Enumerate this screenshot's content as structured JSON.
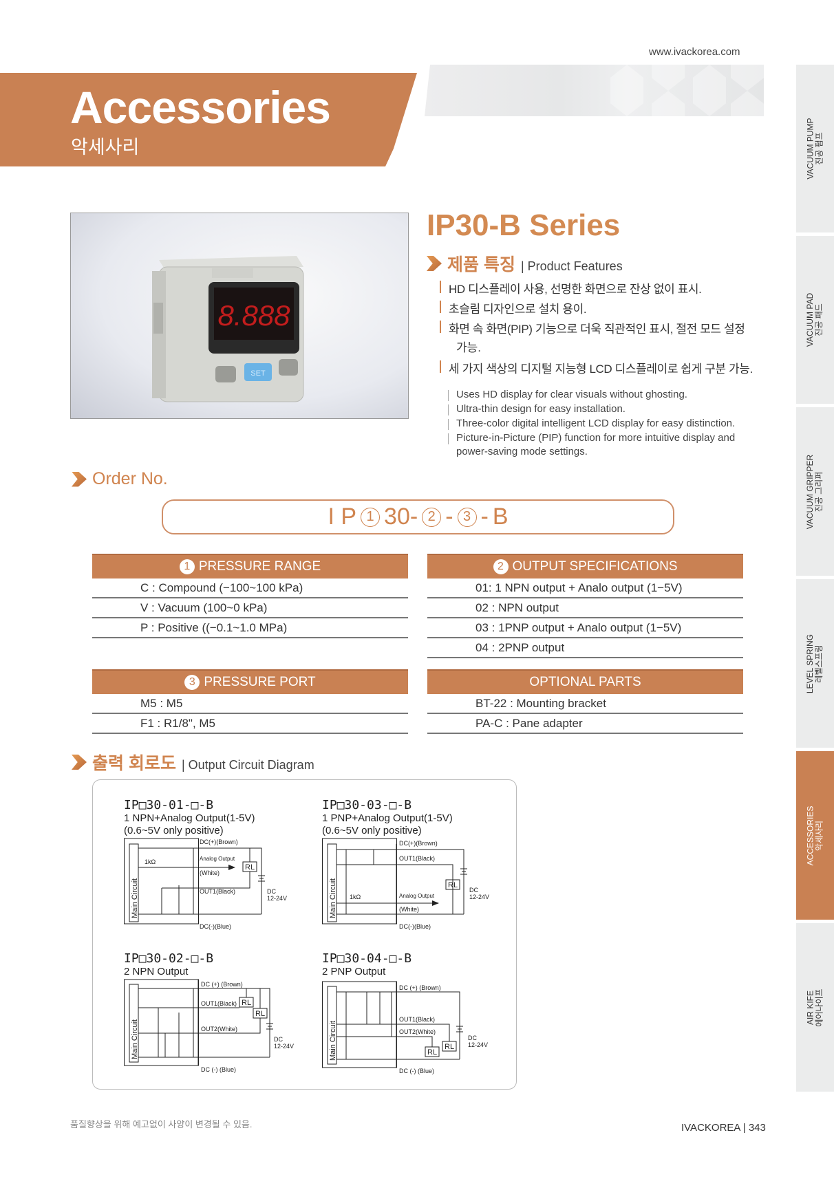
{
  "header": {
    "website": "www.ivackorea.com",
    "title": "Accessories",
    "subtitle": "악세사리"
  },
  "sidebar": [
    {
      "en": "VACUUM PUMP",
      "ko": "진공 펌프",
      "active": false
    },
    {
      "en": "VACUUM PAD",
      "ko": "진공 패드",
      "active": false
    },
    {
      "en": "VACUUM GRIPPER",
      "ko": "진공 그리퍼",
      "active": false
    },
    {
      "en": "LEVEL SPRING",
      "ko": "레벨스프링",
      "active": false
    },
    {
      "en": "ACCESSORIES",
      "ko": "악세사리",
      "active": true
    },
    {
      "en": "AIR KIFE",
      "ko": "에어나이프",
      "active": false
    }
  ],
  "product": {
    "series": "IP30-B Series",
    "display": "8.888",
    "button": "SET",
    "features_ko_title": "제품 특징",
    "features_en_title": "| Product Features",
    "features_ko": [
      "HD 디스플레이 사용, 선명한 화면으로 잔상 없이 표시.",
      "초슬림 디자인으로 설치 용이.",
      "화면 속 화면(PIP) 기능으로 더욱 직관적인 표시, 절전 모드 설정",
      "가능.",
      "세 가지 색상의 디지털 지능형 LCD 디스플레이로 쉽게 구분 가능."
    ],
    "features_en": [
      "Uses HD display for clear visuals without ghosting.",
      "Ultra-thin design for easy installation.",
      "Three-color digital intelligent LCD display for easy distinction.",
      "Picture-in-Picture (PIP) function for more intuitive display and",
      "power-saving mode settings."
    ]
  },
  "order": {
    "title": "Order No.",
    "code": {
      "prefix": "I P",
      "c1": "1",
      "mid": "30-",
      "c2": "2",
      "sep1": "-",
      "c3": "3",
      "sep2": "-",
      "suffix": "B"
    },
    "tables": [
      {
        "num": "1",
        "header": "PRESSURE RANGE",
        "rows": [
          "C : Compound (−100~100 kPa)",
          "V : Vacuum (100~0 kPa)",
          "P : Positive ((−0.1~1.0 MPa)"
        ]
      },
      {
        "num": "2",
        "header": "OUTPUT SPECIFICATIONS",
        "rows": [
          "01: 1 NPN output + Analo output (1−5V)",
          "02 : NPN output",
          "03 : 1PNP output + Analo output (1−5V)",
          "04 : 2PNP output"
        ]
      },
      {
        "num": "3",
        "header": "PRESSURE PORT",
        "rows": [
          "M5 : M5",
          "F1 : R1/8\", M5"
        ]
      },
      {
        "header": "OPTIONAL PARTS",
        "rows": [
          "BT-22 : Mounting bracket",
          "PA-C : Pane adapter"
        ]
      }
    ]
  },
  "circuit": {
    "title_ko": "출력 회로도",
    "title_en": "| Output Circuit Diagram",
    "diagrams": [
      {
        "model": "IP□30-01-□-B",
        "desc": "1 NPN+Analog Output(1-5V)",
        "note": "(0.6~5V only positive)",
        "main": "Main Circuit",
        "l1": "DC(+)(Brown)",
        "l2": "Analog Output",
        "l3": "(White)",
        "l4": "OUT1(Black)",
        "l5": "DC(-)(Blue)",
        "res": "1kΩ",
        "rl": "RL",
        "dc": "DC",
        "volt": "12-24V"
      },
      {
        "model": "IP□30-03-□-B",
        "desc": "1 PNP+Analog Output(1-5V)",
        "note": "(0.6~5V only positive)",
        "main": "Main Circuit",
        "l1": "DC(+)(Brown)",
        "l2": "OUT1(Black)",
        "l3": "Analog Output",
        "l4": "(White)",
        "l5": "DC(-)(Blue)",
        "res": "1kΩ",
        "rl": "RL",
        "dc": "DC",
        "volt": "12-24V"
      },
      {
        "model": "IP□30-02-□-B",
        "desc": "2 NPN Output",
        "main": "Main Circuit",
        "l1": "DC (+) (Brown)",
        "l2": "OUT1(Black)",
        "l3": "OUT2(White)",
        "l5": "DC (-) (Blue)",
        "rl": "RL",
        "dc": "DC",
        "volt": "12-24V"
      },
      {
        "model": "IP□30-04-□-B",
        "desc": "2 PNP Output",
        "main": "Main Circuit",
        "l1": "DC (+) (Brown)",
        "l2": "OUT1(Black)",
        "l3": "OUT2(White)",
        "l5": "DC (-) (Blue)",
        "rl": "RL",
        "dc": "DC",
        "volt": "12-24V"
      }
    ]
  },
  "footer": {
    "notice": "품질향상을 위해 예고없이 사양이 변경될 수 있음.",
    "brand": "IVACKOREA",
    "page": "343"
  },
  "colors": {
    "accent": "#c98153",
    "title": "#d38a52",
    "tab_bg": "#ebecec"
  }
}
